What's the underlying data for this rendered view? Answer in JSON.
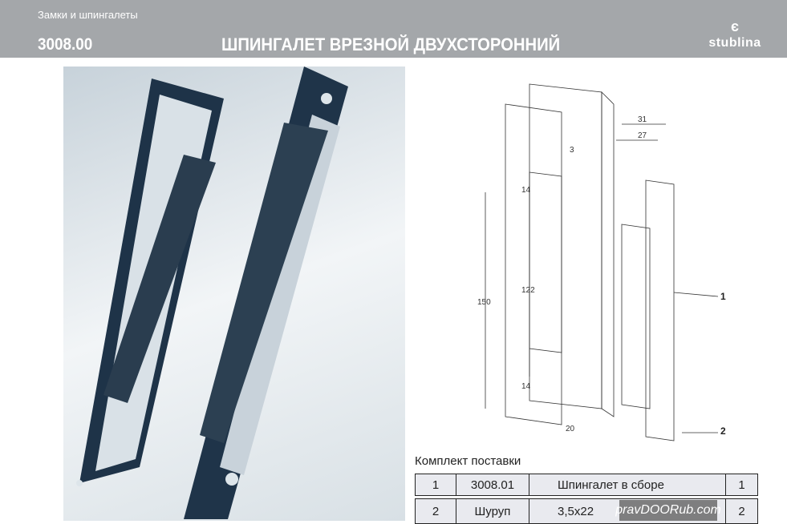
{
  "header": {
    "category": "Замки и шпингалеты",
    "code": "3008.00",
    "title": "ШПИНГАЛЕТ ВРЕЗНОЙ ДВУХСТОРОННИЙ",
    "brand": "stublina"
  },
  "drawing": {
    "dims": [
      "31",
      "27",
      "3",
      "14",
      "150",
      "122",
      "14",
      "20"
    ],
    "callouts": [
      "1",
      "2"
    ]
  },
  "kit": {
    "title": "Комплект поставки",
    "rows": [
      [
        "1",
        "3008.01",
        "Шпингалет в сборе",
        "1"
      ],
      [
        "2",
        "Шуруп",
        "3,5x22",
        "2"
      ]
    ]
  },
  "watermark": "pravDOORub.com"
}
